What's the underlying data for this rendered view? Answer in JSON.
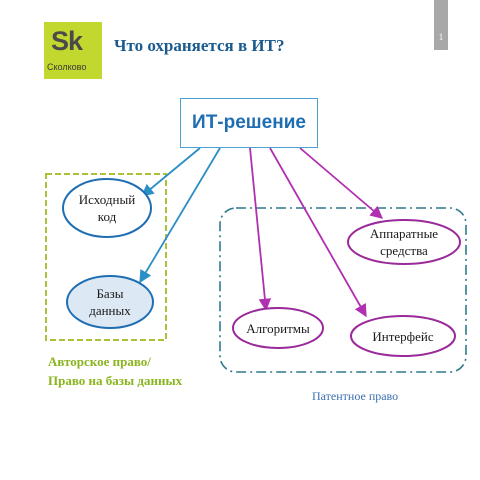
{
  "header": {
    "logo_mark": "Sk",
    "logo_text": "Сколково",
    "title": "Что охраняется в ИТ?",
    "page_number": "1"
  },
  "diagram": {
    "root": "ИТ-решение",
    "nodes": {
      "source_code": [
        "Исходный",
        "код"
      ],
      "databases": [
        "Базы",
        "данных"
      ],
      "hardware": [
        "Аппаратные",
        "средства"
      ],
      "algorithms": "Алгоритмы",
      "interface": "Интерфейс"
    },
    "groups": {
      "copyright": [
        "Авторское право/",
        "Право на базы данных"
      ],
      "patent": "Патентное право"
    }
  },
  "colors": {
    "title": "#1a5a8e",
    "logo_bg": "#c3d82e",
    "blue_arrow": "#2a8fc4",
    "purple_arrow": "#b030b0",
    "copyright_group": "#a9c23a",
    "patent_group": "#2f7a8a"
  }
}
